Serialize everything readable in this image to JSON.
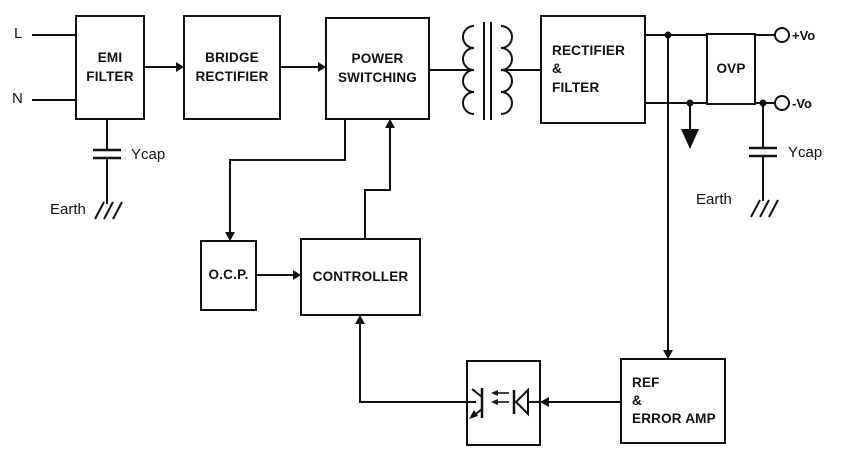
{
  "diagram": {
    "blocks": {
      "emi_filter": "EMI\nFILTER",
      "bridge_rectifier": "BRIDGE\nRECTIFIER",
      "power_switching": "POWER\nSWITCHING",
      "rectifier_filter": "RECTIFIER\n&\nFILTER",
      "ovp": "OVP",
      "ocp": "O.C.P.",
      "controller": "CONTROLLER",
      "ref_error_amp": "REF\n&\nERROR AMP"
    },
    "labels": {
      "line_input": "L",
      "neutral_input": "N",
      "ycap_left": "Ycap",
      "earth_left": "Earth",
      "output_positive": "+Vo",
      "output_negative": "-Vo",
      "ycap_right": "Ycap",
      "earth_right": "Earth"
    },
    "symbols": {
      "transformer": "transformer-coils-with-core",
      "optocoupler": "optocoupler-led-phototransistor",
      "capacitors": "y-capacitor",
      "grounds": "earth-ground-hatch",
      "terminals": "circular-output-terminal"
    },
    "colors": {
      "stroke": "#111111",
      "background": "#ffffff",
      "box_fill": "#ffffff"
    }
  }
}
